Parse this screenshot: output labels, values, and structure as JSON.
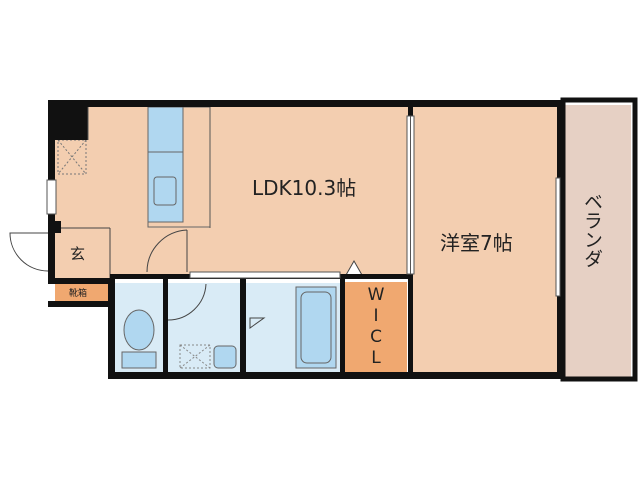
{
  "rooms": {
    "ldk": "LDK10.3帖",
    "western": "洋室7帖",
    "balcony": "ベランダ",
    "entrance": "玄",
    "shoe_box": "靴箱",
    "wic_letters": [
      "W",
      "I",
      "C",
      "L"
    ]
  },
  "colors": {
    "floor": "#f3ceb0",
    "wet": "#d9ebf6",
    "fixture": "#b0d7f0",
    "wic": "#f0a870",
    "balcony": "#e6d0c4",
    "wall": "#111111"
  }
}
